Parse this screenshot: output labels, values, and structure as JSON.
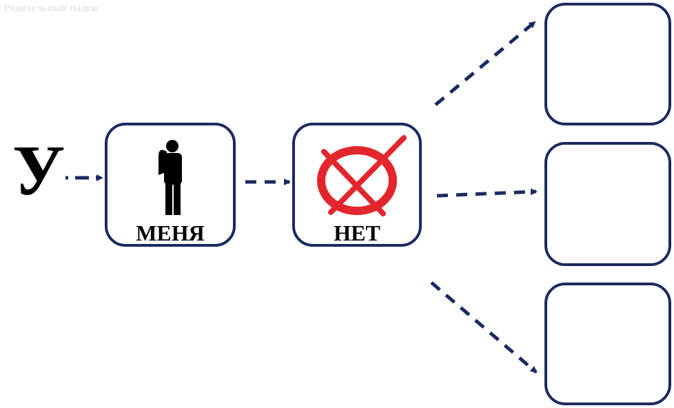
{
  "caption": "Родительный падеж",
  "preposition": "У",
  "cards": [
    {
      "label": "МЕНЯ",
      "icon": "person-pointing-at-self-icon"
    },
    {
      "label": "НЕТ",
      "icon": "red-crossed-circle-icon"
    }
  ],
  "answer_slots": 3,
  "colors": {
    "border": "#1b2a5e",
    "arrow": "#1b2a5e",
    "cross": "#e3262d"
  }
}
